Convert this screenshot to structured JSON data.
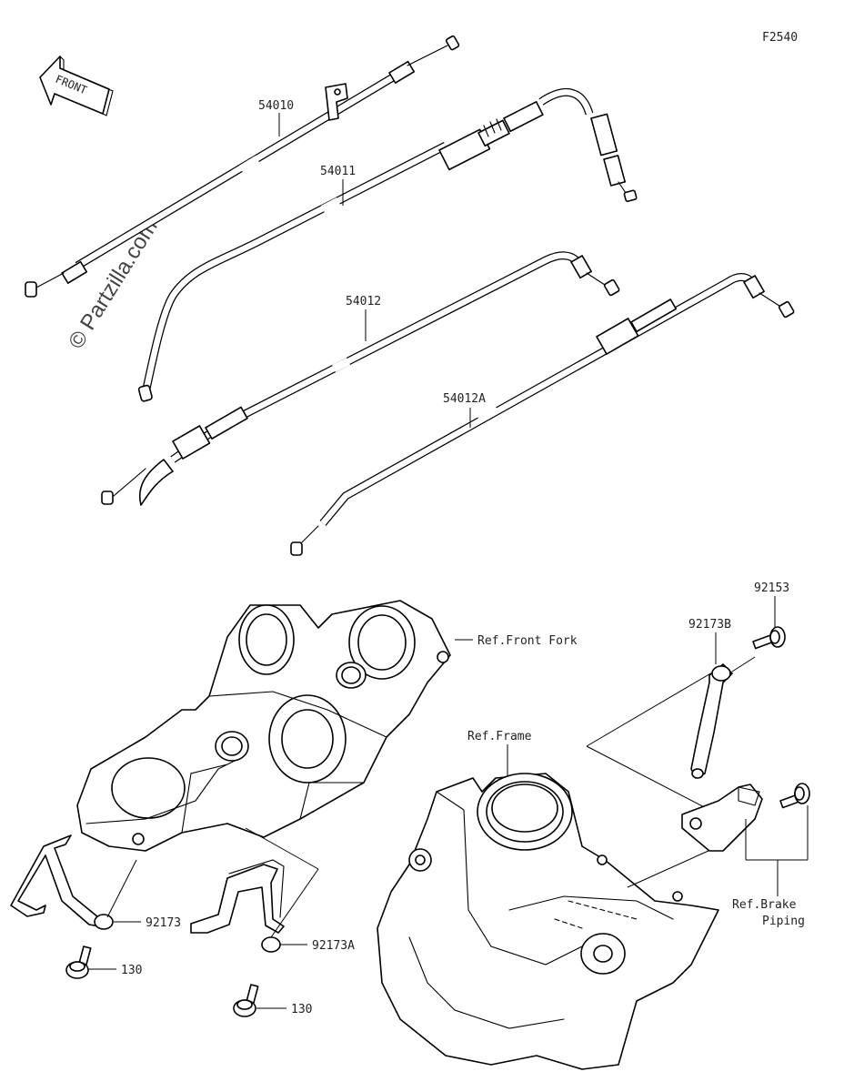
{
  "diagram_code": "F2540",
  "front_arrow_label": "FRONT",
  "watermark": "© Partzilla.com",
  "callouts": {
    "p54010": "54010",
    "p54011": "54011",
    "p54012": "54012",
    "p54012a": "54012A",
    "p92153": "92153",
    "p92173b": "92173B",
    "p92173": "92173",
    "p92173a": "92173A",
    "p130_left": "130",
    "p130_right": "130",
    "ref_front_fork": "Ref.Front Fork",
    "ref_frame": "Ref.Frame",
    "ref_brake_line1": "Ref.Brake",
    "ref_brake_line2": "Piping"
  }
}
